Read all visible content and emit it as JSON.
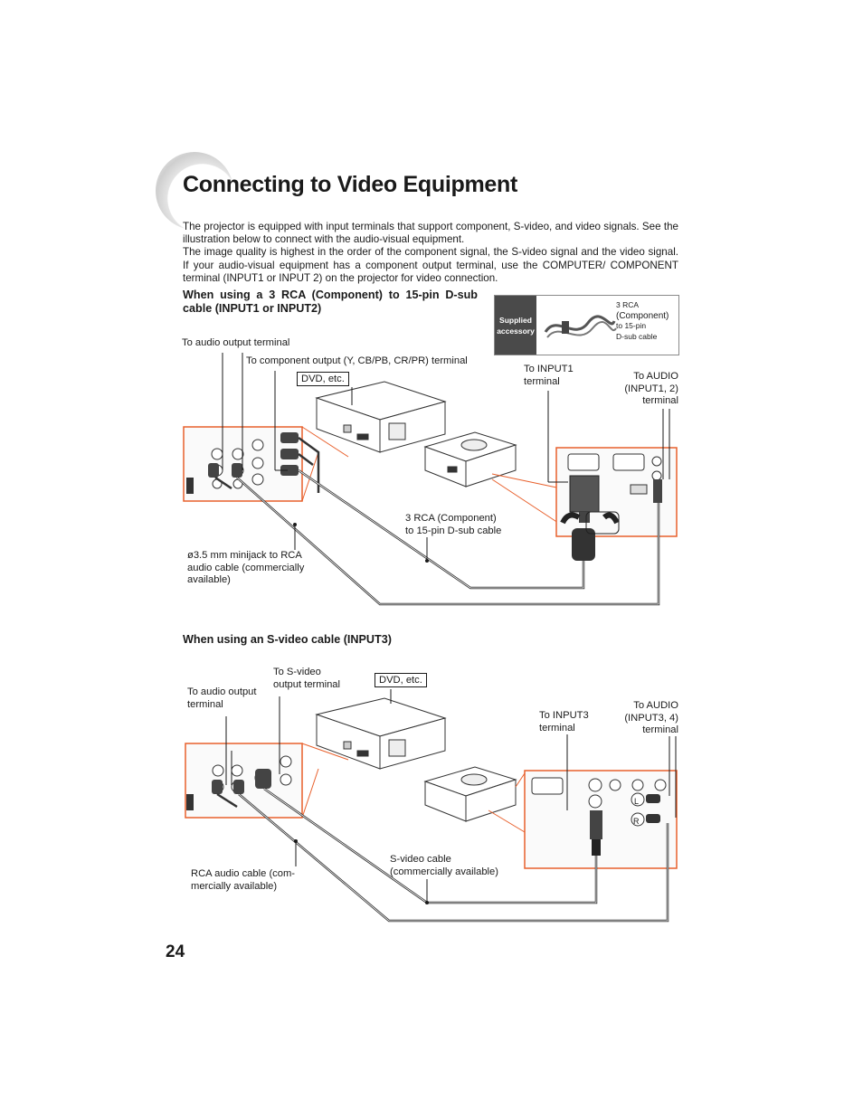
{
  "title": "Connecting to Video Equipment",
  "intro": {
    "p1": "The projector is equipped with input terminals that support component, S-video, and video signals. See the illustration below to connect with the audio-visual equipment.",
    "p2": "The image quality is highest in the order of the component signal, the S-video signal and the video signal. If your audio-visual equipment has a component output terminal, use the COMPUTER/ COMPONENT terminal (INPUT1 or INPUT 2) on the projector for video connection."
  },
  "section1": {
    "heading": "When using a 3 RCA (Component) to 15-pin D-sub cable (INPUT1 or INPUT2)",
    "accessory": {
      "tag": "Supplied accessory",
      "line1": "3 RCA",
      "line2": "(Component)",
      "line3": "to 15-pin",
      "line4": "D-sub cable"
    },
    "labels": {
      "audio_output": "To audio output terminal",
      "component_output": "To component output (Y, CB/PB, CR/PR) terminal",
      "dvd": "DVD, etc.",
      "to_input1_a": "To INPUT1",
      "to_input1_b": "terminal",
      "to_audio_a": "To AUDIO",
      "to_audio_b": "(INPUT1, 2)",
      "to_audio_c": "terminal",
      "cable_a": "3 RCA (Component)",
      "cable_b": "to 15-pin D-sub cable",
      "minijack_a": "ø3.5 mm minijack to RCA",
      "minijack_b": "audio cable (commercially",
      "minijack_c": "available)"
    }
  },
  "section2": {
    "heading": "When using an S-video cable (INPUT3)",
    "labels": {
      "svideo_out_a": "To S-video",
      "svideo_out_b": "output terminal",
      "audio_out_a": "To audio output",
      "audio_out_b": "terminal",
      "dvd": "DVD, etc.",
      "to_input3_a": "To INPUT3",
      "to_input3_b": "terminal",
      "to_audio_a": "To AUDIO",
      "to_audio_b": "(INPUT3, 4)",
      "to_audio_c": "terminal",
      "rca_a": "RCA audio cable (com-",
      "rca_b": "mercially available)",
      "svideo_cable_a": "S-video cable",
      "svideo_cable_b": "(commercially available)"
    }
  },
  "page_number": "24",
  "colors": {
    "accent": "#e8602c",
    "tag_bg": "#4a4a4a",
    "cable": "#333333"
  }
}
